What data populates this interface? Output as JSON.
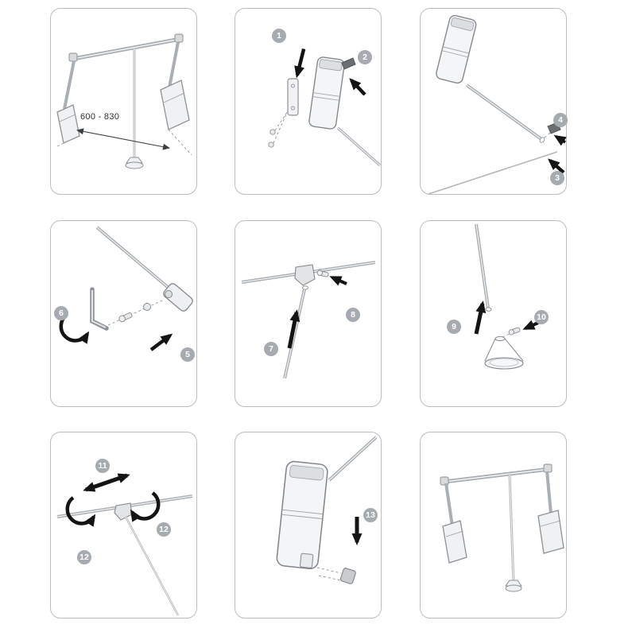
{
  "document": {
    "name": "wardrobe-lift-assembly-instructions",
    "panel_count": 9
  },
  "colors": {
    "background": "#ffffff",
    "panel_border": "#b9bdc1",
    "badge_background": "#a6abb1",
    "badge_text": "#ffffff",
    "drawing_line": "#8d9298",
    "rod_fill": "#aaafb4",
    "dark_part": "#6b6f74",
    "arrow": "#141414"
  },
  "panels": [
    {
      "name": "overview-dimensions",
      "steps": [],
      "dimension_label": "600 - 830"
    },
    {
      "name": "mount-wall-plate-and-unit",
      "steps": [
        "1",
        "2"
      ]
    },
    {
      "name": "attach-rod-end-cap",
      "steps": [
        "3",
        "4"
      ]
    },
    {
      "name": "fix-arm-with-allen-key",
      "steps": [
        "5",
        "6"
      ]
    },
    {
      "name": "insert-support-rod",
      "steps": [
        "7",
        "8"
      ]
    },
    {
      "name": "fit-floor-foot",
      "steps": [
        "9",
        "10"
      ]
    },
    {
      "name": "adjust-width-and-tighten",
      "steps": [
        "11",
        "12",
        "12"
      ]
    },
    {
      "name": "attach-cover-cap",
      "steps": [
        "13"
      ]
    },
    {
      "name": "final-assembly",
      "steps": []
    }
  ]
}
